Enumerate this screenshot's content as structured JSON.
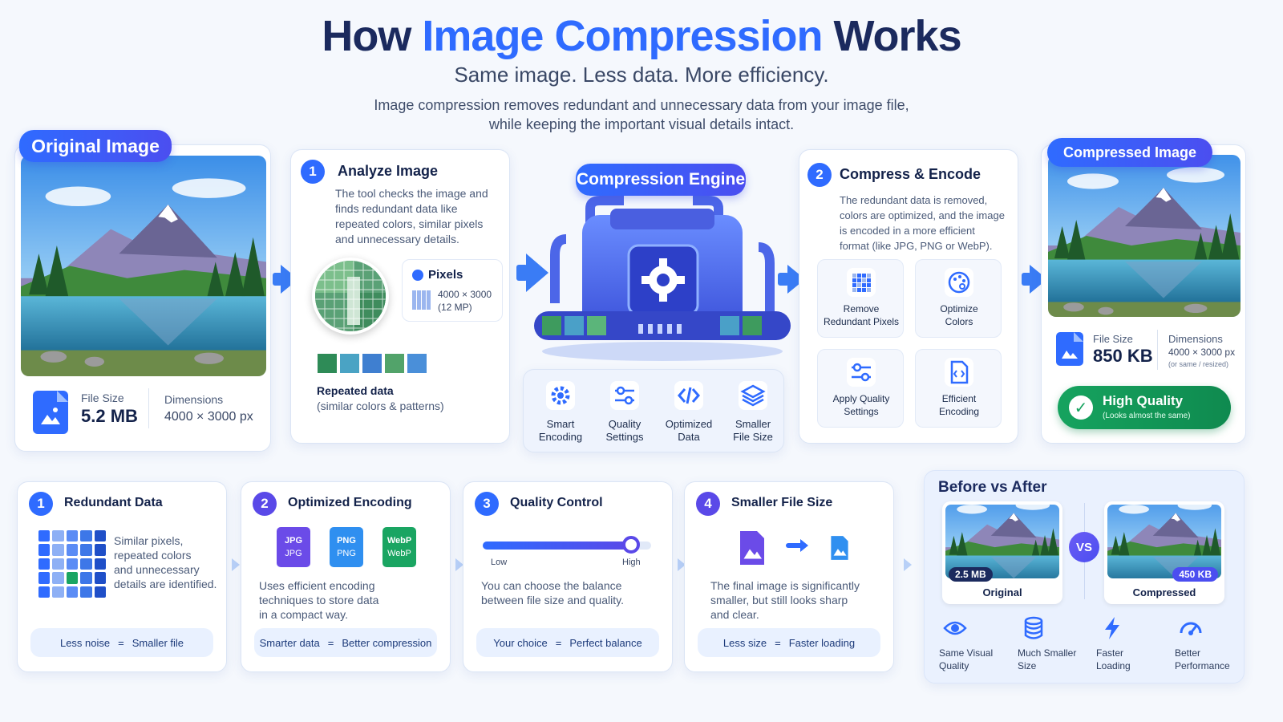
{
  "header": {
    "title_parts": [
      "How",
      "Image Compression",
      "Works"
    ],
    "subtitle": "Same image. Less data. More efficiency.",
    "description_line1": "Image compression removes redundant and unnecessary data from your image file,",
    "description_line2": "while keeping the important visual details intact."
  },
  "original": {
    "badge": "Original Image",
    "file_size_label": "File Size",
    "file_size": "5.2 MB",
    "dimensions_label": "Dimensions",
    "dimensions": "4000 × 3000 px"
  },
  "analyze": {
    "step": "1",
    "title": "Analyze Image",
    "text": [
      "The tool checks the image and",
      "finds redundant data like",
      "repeated colors, similar pixels",
      "and unnecessary details."
    ],
    "pixels_label": "Pixels",
    "pixels_value": "4000 × 3000",
    "pixels_mp": "(12 MP)",
    "repeated_title": "Repeated data",
    "repeated_sub": "(similar colors & patterns)"
  },
  "engine": {
    "badge": "Compression Engine",
    "features": [
      {
        "icon": "gear-icon",
        "label1": "Smart",
        "label2": "Encoding"
      },
      {
        "icon": "sliders-icon",
        "label1": "Quality",
        "label2": "Settings"
      },
      {
        "icon": "code-icon",
        "label1": "Optimized",
        "label2": "Data"
      },
      {
        "icon": "layers-icon",
        "label1": "Smaller",
        "label2": "File Size"
      }
    ]
  },
  "encode": {
    "step": "2",
    "title": "Compress & Encode",
    "text": [
      "The redundant data is removed,",
      "colors are optimized, and the image",
      "is encoded in a more efficient",
      "format (like JPG, PNG or WebP)."
    ],
    "tiles": [
      {
        "icon": "grid-icon",
        "label1": "Remove",
        "label2": "Redundant Pixels"
      },
      {
        "icon": "palette-icon",
        "label1": "Optimize",
        "label2": "Colors"
      },
      {
        "icon": "sliders-icon",
        "label1": "Apply Quality",
        "label2": "Settings"
      },
      {
        "icon": "code-file-icon",
        "label1": "Efficient",
        "label2": "Encoding"
      }
    ]
  },
  "compressed": {
    "badge": "Compressed Image",
    "file_size_label": "File Size",
    "file_size": "850 KB",
    "dimensions_label": "Dimensions",
    "dimensions": "4000 × 3000 px",
    "dimensions_note": "(or same / resized)",
    "quality_title": "High Quality",
    "quality_sub": "(Looks almost the same)"
  },
  "bottom": [
    {
      "step": "1",
      "title": "Redundant Data",
      "text": [
        "Similar pixels,",
        "repeated colors",
        "and unnecessary",
        "details are identified."
      ],
      "chip_left": "Less noise",
      "chip_right": "Smaller file"
    },
    {
      "step": "2",
      "title": "Optimized Encoding",
      "text": [
        "Uses efficient encoding",
        "techniques to store data",
        "in a compact way."
      ],
      "chip_left": "Smarter data",
      "chip_right": "Better compression",
      "formats": [
        {
          "top": "JPG",
          "bottom": "JPG"
        },
        {
          "top": "PNG",
          "bottom": "PNG"
        },
        {
          "top": "WebP",
          "bottom": "WebP"
        }
      ]
    },
    {
      "step": "3",
      "title": "Quality Control",
      "text": [
        "You can choose the balance",
        "between file size and quality."
      ],
      "chip_left": "Your choice",
      "chip_right": "Perfect balance",
      "slider_low": "Low",
      "slider_high": "High",
      "slider_level": 0.88
    },
    {
      "step": "4",
      "title": "Smaller File Size",
      "text": [
        "The final image is significantly",
        "smaller, but still looks sharp",
        "and clear."
      ],
      "chip_left": "Less size",
      "chip_right": "Faster loading"
    }
  ],
  "equals": "=",
  "compare": {
    "title": "Before vs After",
    "before_size": "2.5 MB",
    "before_label": "Original",
    "vs": "VS",
    "after_size": "450 KB",
    "after_label": "Compressed",
    "benefits": [
      {
        "icon": "eye-icon",
        "label1": "Same Visual",
        "label2": "Quality"
      },
      {
        "icon": "database-icon",
        "label1": "Much Smaller",
        "label2": "Size"
      },
      {
        "icon": "bolt-icon",
        "label1": "Faster",
        "label2": "Loading"
      },
      {
        "icon": "gauge-icon",
        "label1": "Better",
        "label2": "Performance"
      }
    ]
  },
  "colors": {
    "primary": "#2f6bff",
    "navy": "#1b2a5e",
    "green": "#1aa562",
    "purple": "#5a49e8"
  }
}
